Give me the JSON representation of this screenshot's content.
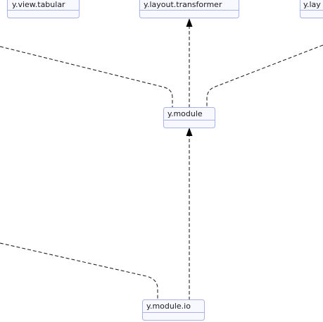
{
  "nodes": {
    "view_tabular": {
      "label": "y.view.tabular"
    },
    "layout_transformer": {
      "label": "y.layout.transformer"
    },
    "layout_partial": {
      "label": "y.lay"
    },
    "module": {
      "label": "y.module"
    },
    "module_io": {
      "label": "y.module.io"
    }
  },
  "edges": [
    {
      "from": "module",
      "to": "layout_transformer",
      "style": "dashed",
      "arrow": true
    },
    {
      "from": "module_io",
      "to": "module",
      "style": "dashed",
      "arrow": true
    },
    {
      "from": "offscreen-left",
      "to": "module",
      "style": "dashed",
      "arrow": false
    },
    {
      "from": "offscreen-right",
      "to": "module",
      "style": "dashed",
      "arrow": false
    },
    {
      "from": "offscreen-left",
      "to": "module_io",
      "style": "dashed",
      "arrow": false
    }
  ],
  "colors": {
    "node_fill": "#f8f9ff",
    "node_border": "#a9b3e6",
    "edge": "#111111",
    "arrow": "#000000",
    "text": "#1a1a1a"
  }
}
